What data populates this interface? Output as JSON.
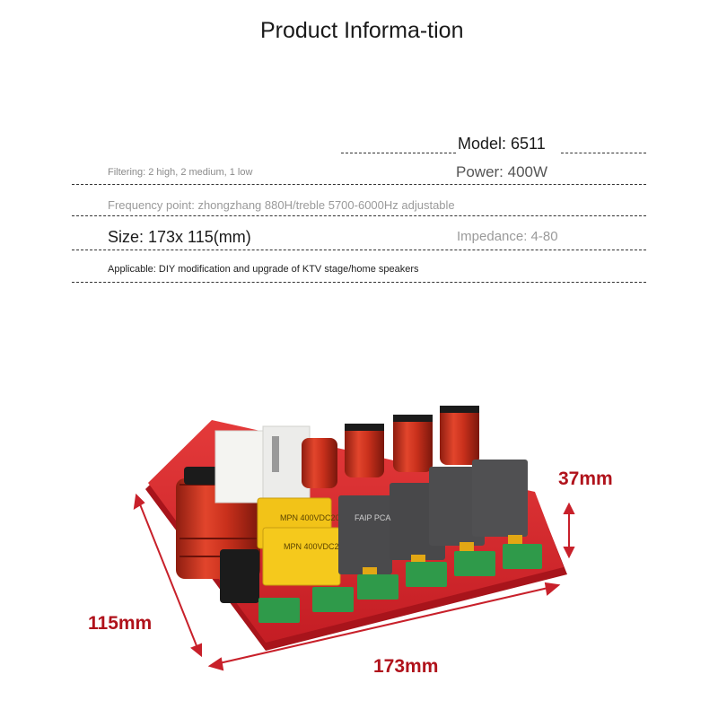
{
  "header": {
    "title": "Product Informa-tion"
  },
  "specs": {
    "model": "Model: 6511",
    "filtering": "Filtering: 2 high, 2 medium, 1 low",
    "power": "Power: 400W",
    "frequency": "Frequency point: zhongzhang 880H/treble 5700-6000Hz adjustable",
    "size": "Size: 173x 115(mm)",
    "impedance": "Impedance: 4-80",
    "applicable": "Applicable: DIY modification and upgrade of KTV stage/home speakers"
  },
  "dimensions": {
    "height": "37mm",
    "width": "115mm",
    "length": "173mm"
  },
  "components": {
    "cap_label_1": "MPN 400VDC205J",
    "cap_label_2": "MPN 400VDC205J",
    "relay_label": "FAIP PCA"
  },
  "colors": {
    "board": "#d8232a",
    "dimension_text": "#b0121b",
    "coil": "#c9301c",
    "capacitor_yellow": "#f2c318",
    "resistor_gray": "#4a4a4c",
    "terminal_green": "#2f9a4a"
  }
}
